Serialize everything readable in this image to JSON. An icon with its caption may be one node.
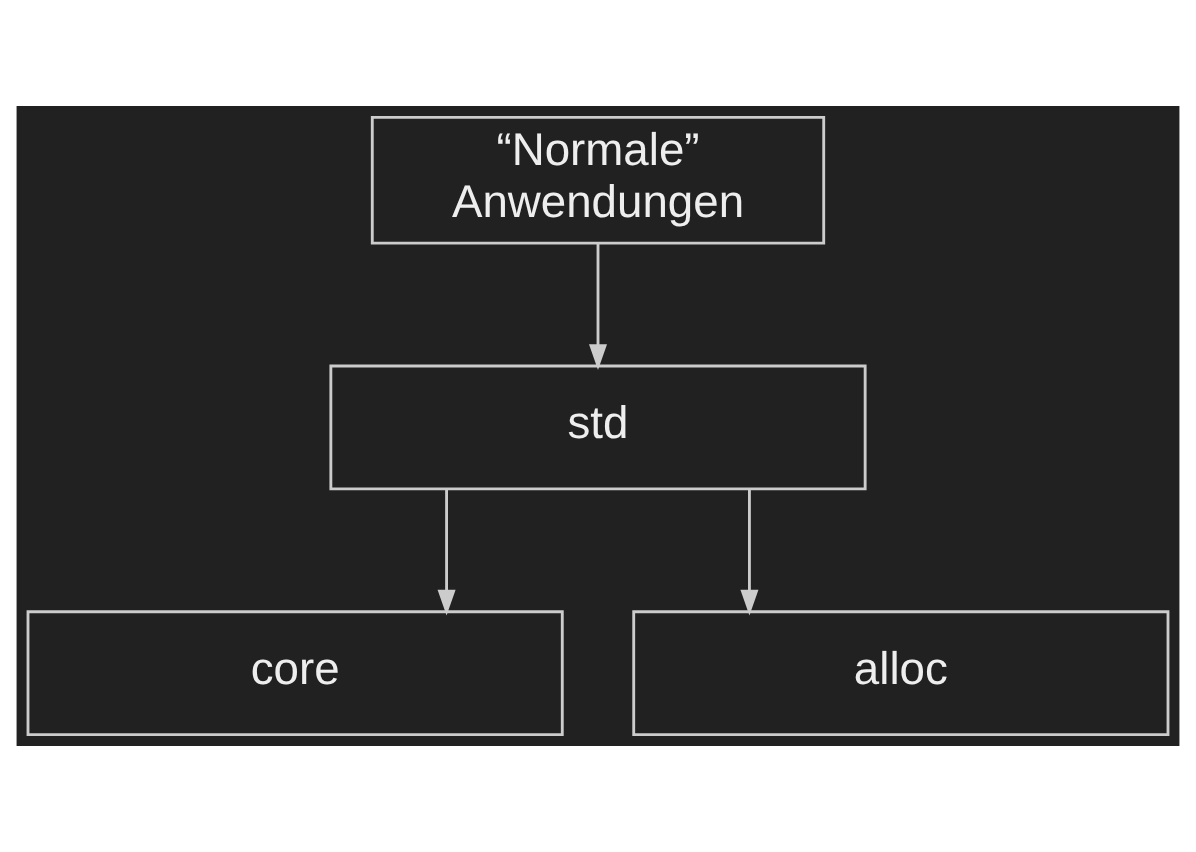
{
  "diagram": {
    "nodes": [
      {
        "text": [
          "“Normale” Anwendungen"
        ]
      },
      {
        "text": [
          "std"
        ]
      },
      {
        "text": [
          "core"
        ]
      },
      {
        "text": [
          "alloc"
        ]
      }
    ],
    "edges": [
      {
        "from": 0,
        "to": 1,
        "arrow": "to"
      },
      {
        "from": 1,
        "to": 2,
        "arrow": "to"
      },
      {
        "from": 1,
        "to": 3,
        "arrow": "to"
      }
    ]
  }
}
